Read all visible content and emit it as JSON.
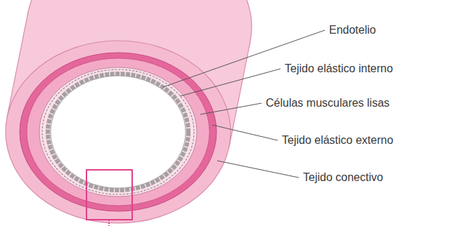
{
  "diagram": {
    "labels": [
      "Endotelio",
      "Tejido elástico interno",
      "Células musculares lisas",
      "Tejido elástico externo",
      "Tejido conectivo"
    ]
  }
}
